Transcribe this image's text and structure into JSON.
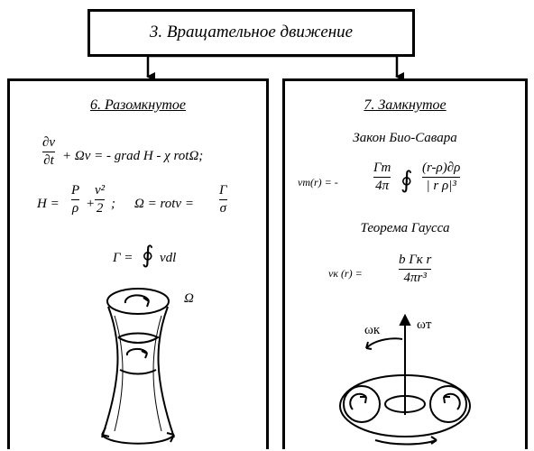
{
  "top": {
    "title": "3. Вращательное движение"
  },
  "left": {
    "heading": "6. Разомкнутое",
    "eq1": {
      "num": "∂v",
      "den": "∂t",
      "rest": "+ Ωv = - grad H - χ rotΩ;"
    },
    "eq2": {
      "lhs": "H =",
      "f1_num": "P",
      "f1_den": "ρ",
      "plus": "+",
      "f2_num": "v²",
      "f2_den": "2",
      "semi": ";",
      "mid": "Ω = rotv =",
      "f3_num": "Γ",
      "f3_den": "σ"
    },
    "eq3": {
      "lhs": "Γ =",
      "integral": "∮",
      "rhs": "vdl"
    },
    "omega_label": "Ω"
  },
  "right": {
    "heading": "7. Замкнутое",
    "law1_title": "Закон Био-Савара",
    "law1": {
      "lhs": "vт(r) = -",
      "f1_num": "Γт",
      "f1_den": "4π",
      "integral": "∮",
      "f2_num": "(r-ρ)∂ρ",
      "f2_den": "| r  ρ|³"
    },
    "law2_title": "Теорема Гаусса",
    "law2": {
      "lhs": "vк (r) =",
      "num": "b Γк r",
      "den": "4πr³"
    },
    "omega_k": "ωк",
    "omega_t": "ωт"
  }
}
